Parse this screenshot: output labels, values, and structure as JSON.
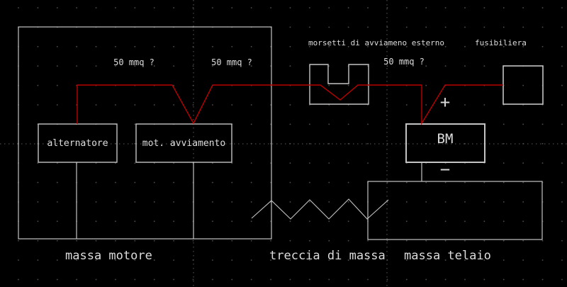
{
  "colors": {
    "background": "#000000",
    "wire_red": "#bb0000",
    "outline_gray": "#c4c4c4",
    "text_white": "#dcdcdc",
    "grid_dot": "#4f4f4f"
  },
  "annotations": {
    "morsetti_label": "morsetti di avviameno esterno",
    "fusibiliera_label": "fusibiliera",
    "gauge_left": "50 mmq ?",
    "gauge_mid": "50 mmq ?",
    "gauge_right": "50 mmq ?",
    "plus": "+",
    "minus": "−",
    "massa_motore": "massa motore",
    "treccia_di_massa": "treccia di massa",
    "massa_telaio": "massa telaio"
  },
  "components": {
    "alternatore": {
      "label": "alternatore"
    },
    "mot_avviamento": {
      "label": "mot. avviamento"
    },
    "bm": {
      "label": "BM"
    }
  }
}
